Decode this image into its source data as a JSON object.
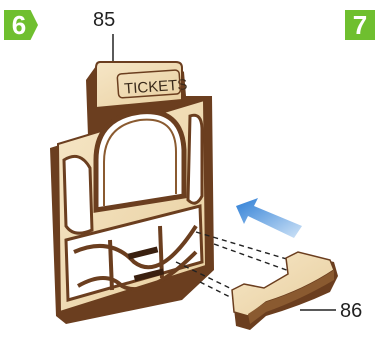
{
  "steps": {
    "current": "6",
    "next": "7"
  },
  "sign": {
    "text": "TICKETS"
  },
  "parts": {
    "frame_label": "85",
    "base_label": "86"
  },
  "colors": {
    "step_badge": "#6fbf2f",
    "wood_face": "#f0dcb6",
    "wood_edge": "#6b3e1f",
    "arrow": "#4a90d9"
  },
  "icons": {
    "assembly_arrow": "arrow-icon"
  }
}
